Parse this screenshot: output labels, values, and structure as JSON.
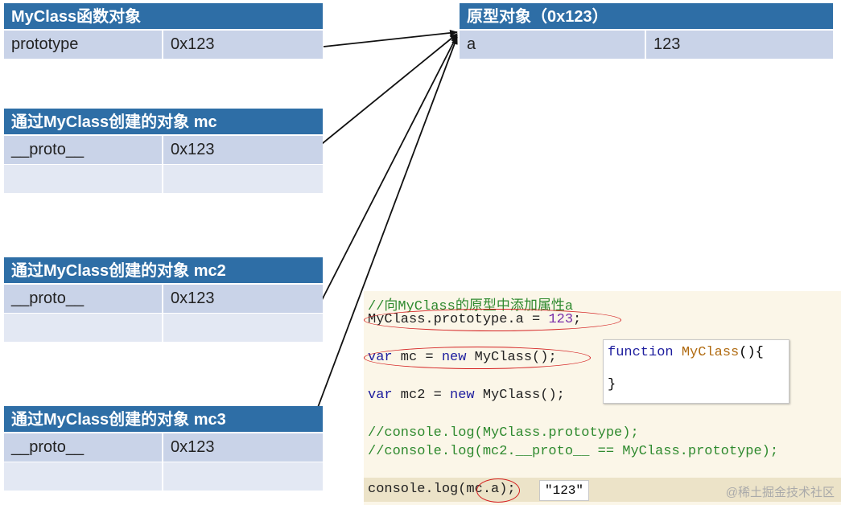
{
  "tables": {
    "myclass_fn": {
      "title": "MyClass函数对象",
      "rows": [
        [
          "prototype",
          "0x123"
        ]
      ]
    },
    "proto_obj": {
      "title": "原型对象（0x123）",
      "rows": [
        [
          "a",
          "123"
        ]
      ]
    },
    "mc": {
      "title": "通过MyClass创建的对象 mc",
      "rows": [
        [
          "__proto__",
          "0x123"
        ],
        [
          "",
          ""
        ]
      ]
    },
    "mc2": {
      "title": "通过MyClass创建的对象 mc2",
      "rows": [
        [
          "__proto__",
          "0x123"
        ],
        [
          "",
          ""
        ]
      ]
    },
    "mc3": {
      "title": "通过MyClass创建的对象 mc3",
      "rows": [
        [
          "__proto__",
          "0x123"
        ],
        [
          "",
          ""
        ]
      ]
    }
  },
  "code": {
    "comment1": "//向MyClass的原型中添加属性a",
    "l1_pre": "MyClass.prototype.a = ",
    "l1_num": "123",
    "l1_post": ";",
    "l2_kw": "var",
    "l2_mid": " mc = ",
    "l2_new": "new",
    "l2_post": " MyClass();",
    "l3_kw": "var",
    "l3_mid": " mc2 = ",
    "l3_new": "new",
    "l3_post": " MyClass();",
    "comment2": "//console.log(MyClass.prototype);",
    "comment3": "//console.log(mc2.__proto__ == MyClass.prototype);",
    "l4": "console.log(mc.a);",
    "popup_kw": "function",
    "popup_name": " MyClass",
    "popup_open": "(){",
    "popup_close": "}",
    "result": "\"123\""
  },
  "colors": {
    "header": "#2e6ea6",
    "cell": "#c9d3e8",
    "cell_alt": "#e3e8f3",
    "ring": "#d42020",
    "code_bg": "#fbf6e8"
  },
  "watermark": "@稀土掘金技术社区"
}
